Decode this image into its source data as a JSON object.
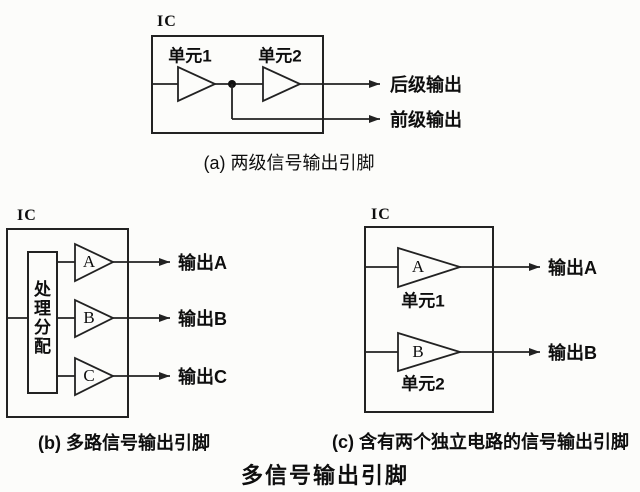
{
  "page": {
    "background": "#fcfcfa",
    "line_color": "#222222",
    "text_color": "#0e0e0e"
  },
  "title": "多信号输出引脚",
  "diagram_a": {
    "ic_label": "IC",
    "unit1_label": "单元1",
    "unit2_label": "单元2",
    "rear_output_label": "后级输出",
    "front_output_label": "前级输出",
    "caption": "(a) 两级信号输出引脚"
  },
  "diagram_b": {
    "ic_label": "IC",
    "distributor_label": "处理分配",
    "amp_a_label": "A",
    "amp_b_label": "B",
    "amp_c_label": "C",
    "output_a_label": "输出A",
    "output_b_label": "输出B",
    "output_c_label": "输出C",
    "caption": "(b) 多路信号输出引脚"
  },
  "diagram_c": {
    "ic_label": "IC",
    "amp_a_label": "A",
    "amp_b_label": "B",
    "unit1_label": "单元1",
    "unit2_label": "单元2",
    "output_a_label": "输出A",
    "output_b_label": "输出B",
    "caption": "(c) 含有两个独立电路的信号输出引脚"
  }
}
